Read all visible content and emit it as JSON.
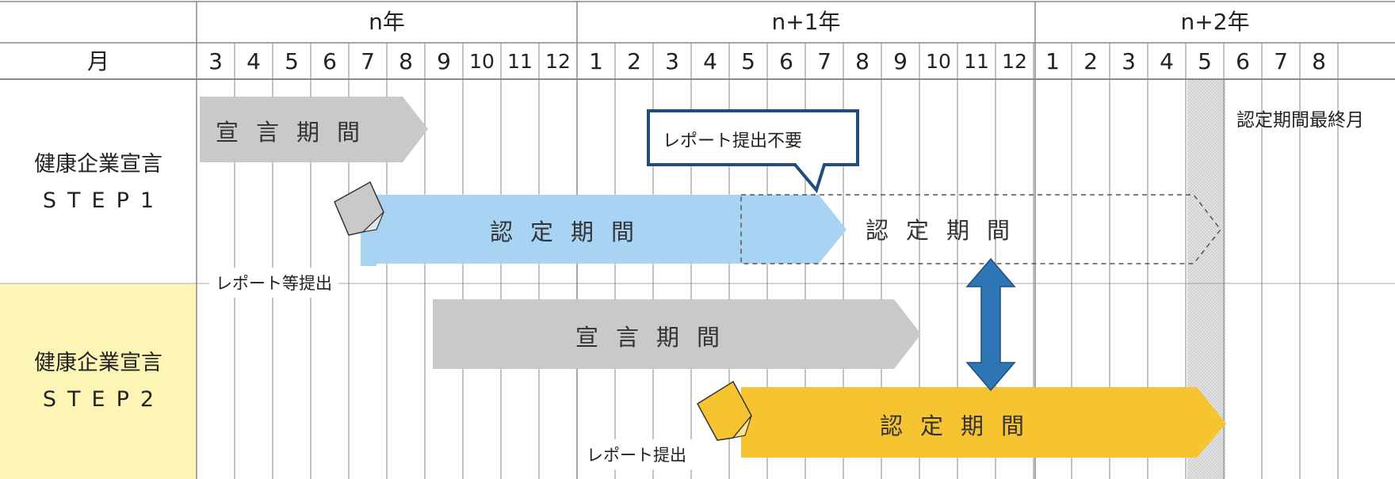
{
  "header": {
    "row_label": "月",
    "years": [
      {
        "label": "n年"
      },
      {
        "label": "n+1年"
      },
      {
        "label": "n+2年"
      }
    ],
    "months": [
      "3",
      "4",
      "5",
      "6",
      "7",
      "8",
      "9",
      "10",
      "11",
      "12",
      "1",
      "2",
      "3",
      "4",
      "5",
      "6",
      "7",
      "8",
      "9",
      "10",
      "11",
      "12",
      "1",
      "2",
      "3",
      "4",
      "5",
      "6",
      "7",
      "8"
    ]
  },
  "rows": [
    {
      "line1": "健康企業宣言",
      "line2": "STEP1"
    },
    {
      "line1": "健康企業宣言",
      "line2": "STEP2"
    }
  ],
  "bars": {
    "step1_declaration": "宣言期間",
    "step1_certification": "認定期間",
    "step1_certification_dashed": "認定期間",
    "step2_declaration": "宣言期間",
    "step2_certification": "認定期間"
  },
  "notes": {
    "step1_report": "レポート等提出",
    "step2_report": "レポート提出",
    "no_report_callout": "レポート提出不要",
    "final_month": "認定期間最終月"
  },
  "colors": {
    "grid": "#888888",
    "declaration_bar": "#c9c9c9",
    "certification_blue": "#a9d3f2",
    "certification_yellow": "#f6c431",
    "step2_label_bg": "#fdf5b5",
    "callout_border": "#1f4e79",
    "double_arrow": "#2e75b6",
    "highlight_month": "#d6d6d6"
  },
  "icons": {
    "report_sheet_step1": "document-icon",
    "report_sheet_step2": "document-icon"
  }
}
